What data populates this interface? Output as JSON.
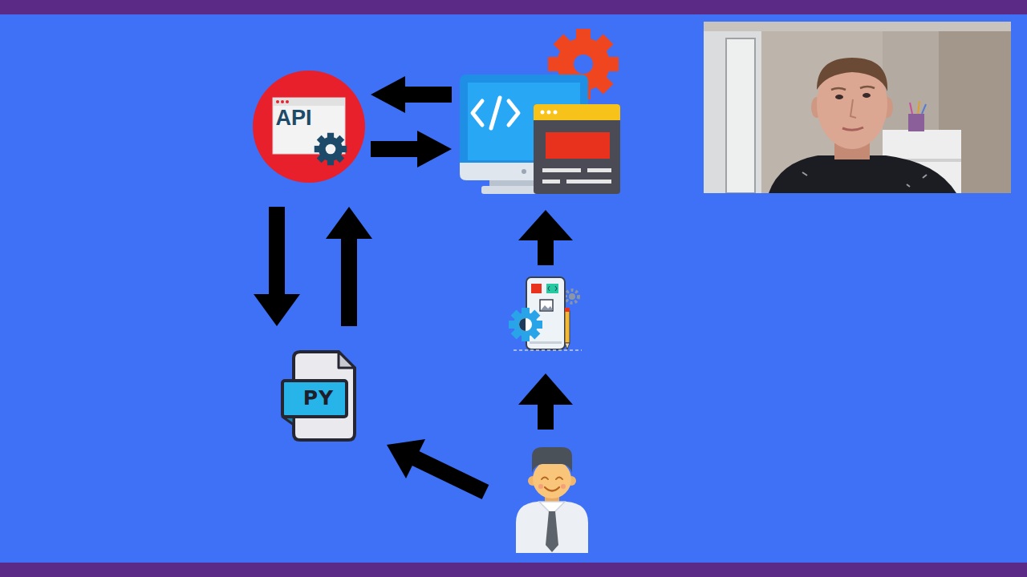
{
  "diagram": {
    "nodes": [
      {
        "text": [
          "API"
        ]
      },
      {
        "text": [
          "PY"
        ]
      }
    ],
    "edges": [
      {
        "from": 0,
        "to": 1,
        "arrow": "to"
      },
      {
        "from": 1,
        "to": 0,
        "arrow": "to"
      }
    ]
  }
}
